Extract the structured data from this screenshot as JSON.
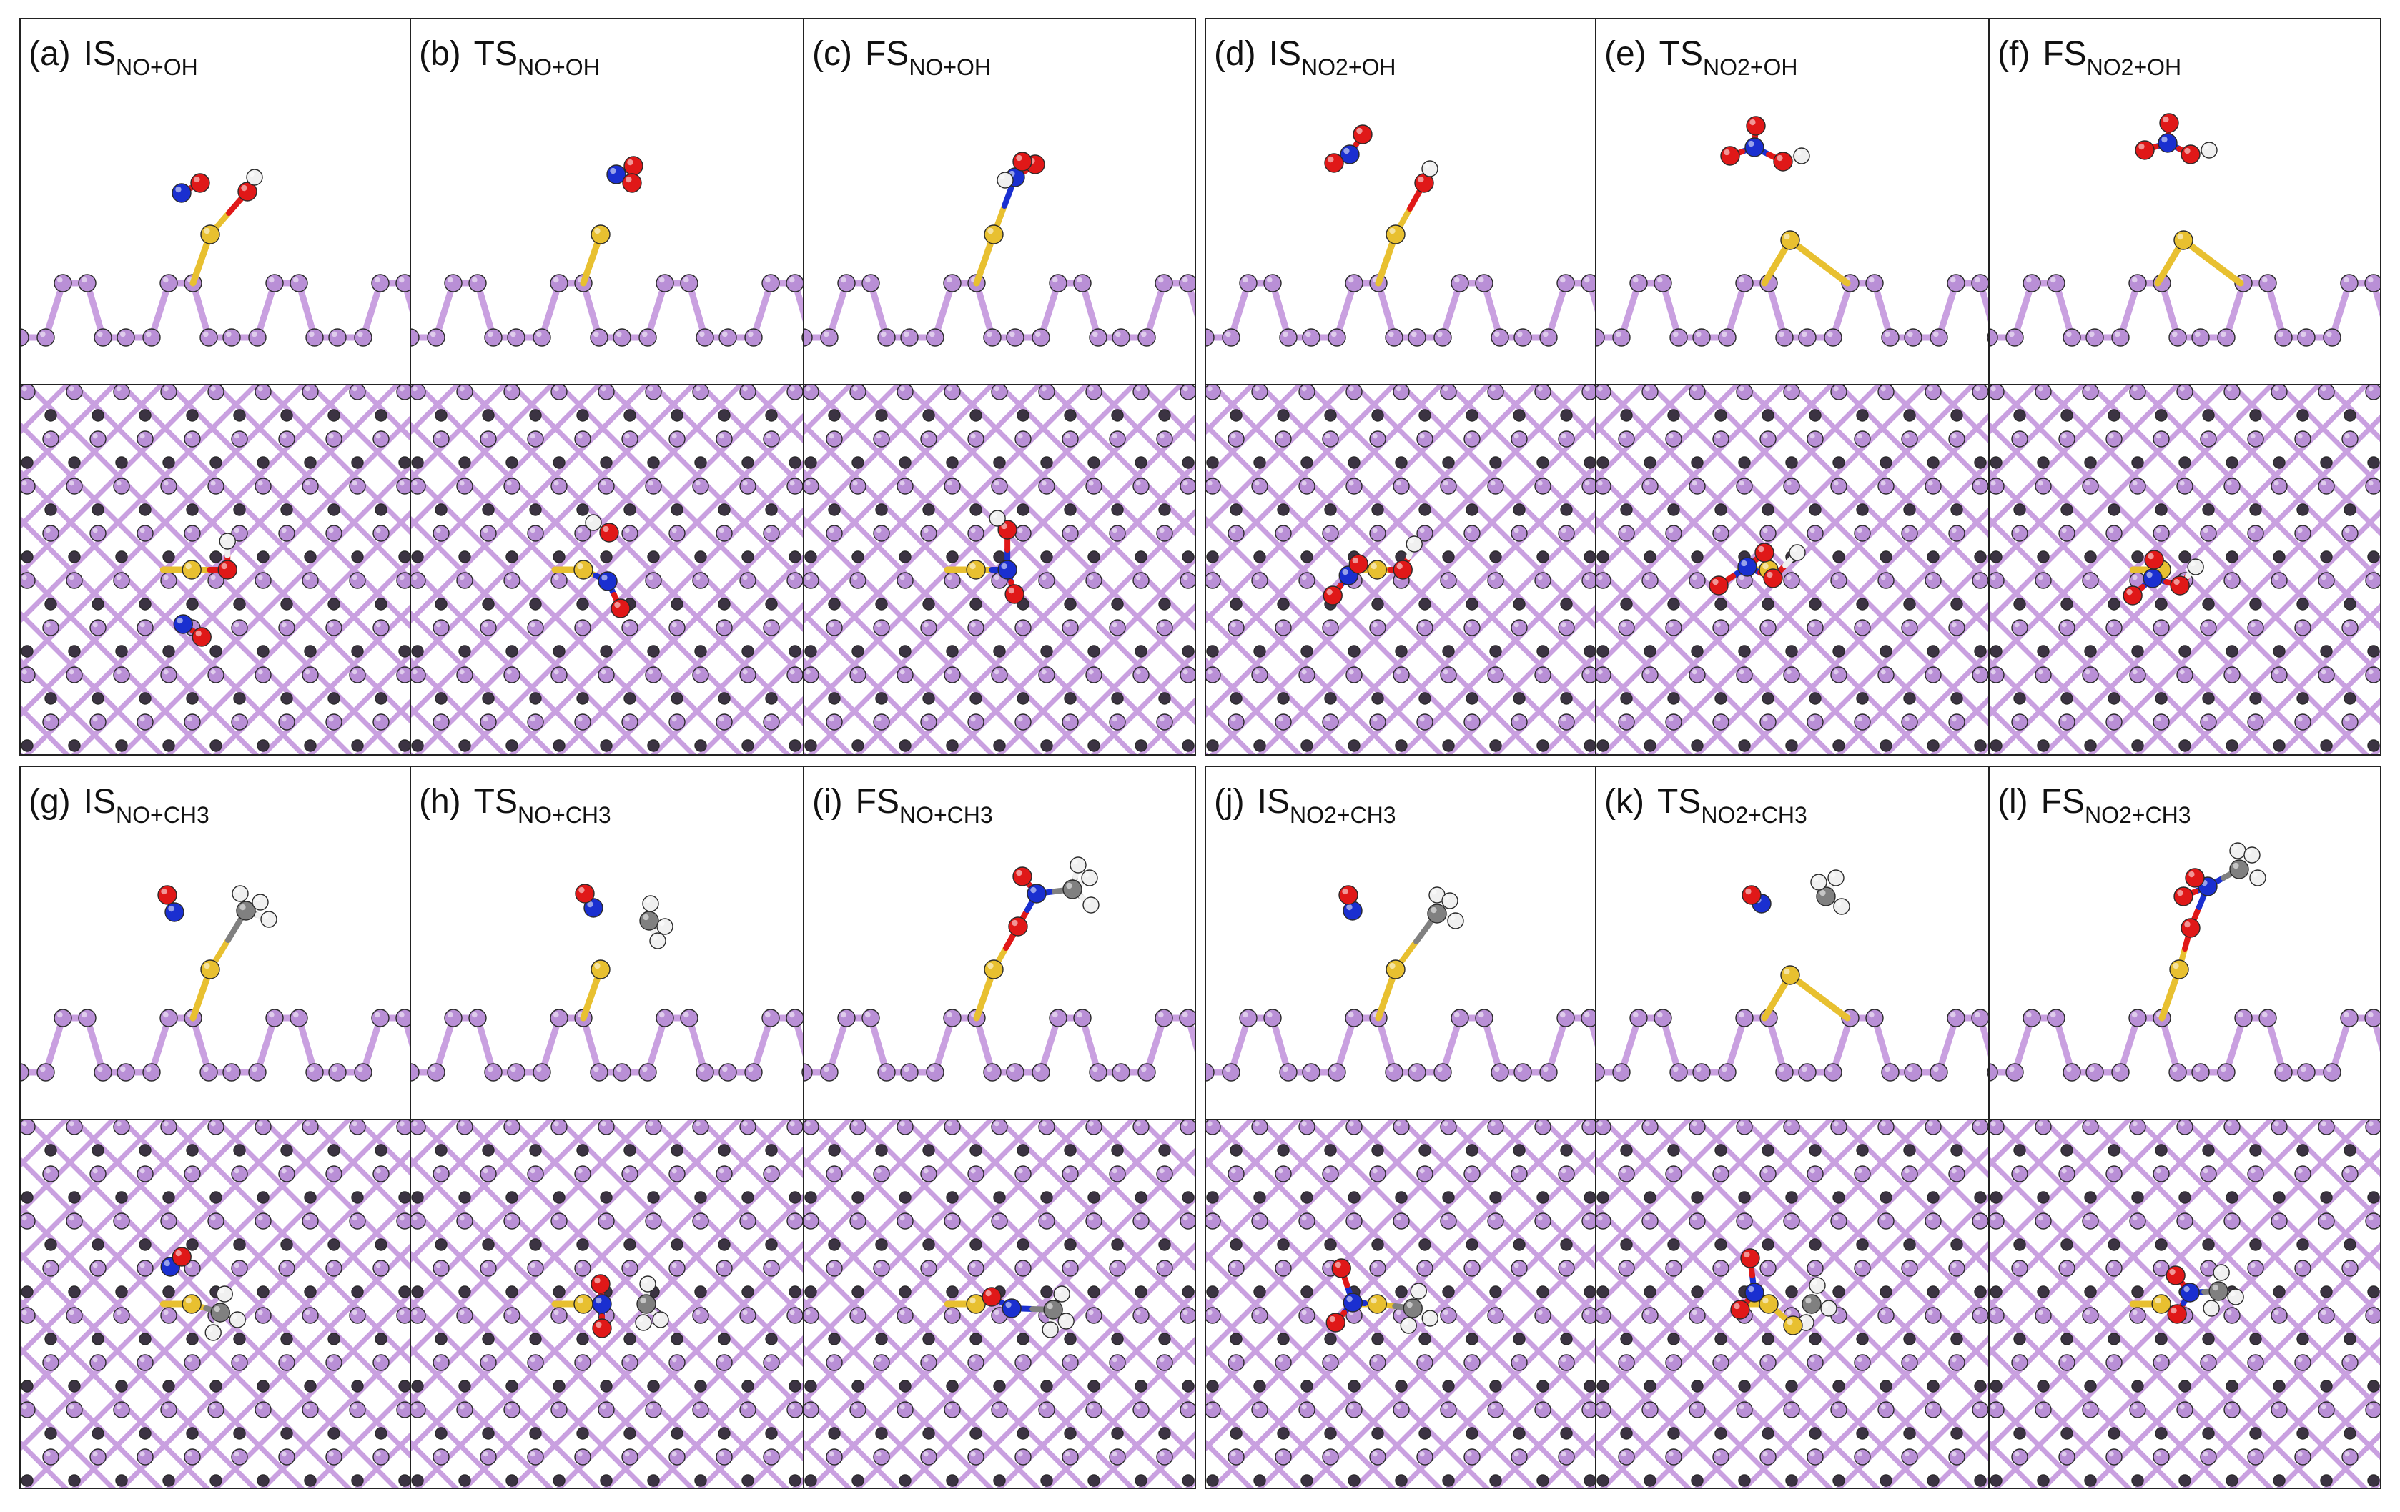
{
  "palette": {
    "substrate_bond": "#c9a0e0",
    "substrate_atom": "#b98fd6",
    "substrate_dark_atom": "#3b3342",
    "sulfur": "#e8c030",
    "oxygen": "#e01818",
    "nitrogen": "#1a2fd0",
    "hydrogen": "#f0f0f0",
    "carbon": "#808080",
    "frame": "#222222"
  },
  "panels": [
    {
      "letter": "(a)",
      "state": "IS",
      "sub": "NO+OH",
      "species": "no_oh",
      "stage": "is"
    },
    {
      "letter": "(b)",
      "state": "TS",
      "sub": "NO+OH",
      "species": "no_oh",
      "stage": "ts"
    },
    {
      "letter": "(c)",
      "state": "FS",
      "sub": "NO+OH",
      "species": "no_oh",
      "stage": "fs"
    },
    {
      "letter": "(d)",
      "state": "IS",
      "sub": "NO2+OH",
      "species": "no2_oh",
      "stage": "is"
    },
    {
      "letter": "(e)",
      "state": "TS",
      "sub": "NO2+OH",
      "species": "no2_oh",
      "stage": "ts"
    },
    {
      "letter": "(f)",
      "state": "FS",
      "sub": "NO2+OH",
      "species": "no2_oh",
      "stage": "fs"
    },
    {
      "letter": "(g)",
      "state": "IS",
      "sub": "NO+CH3",
      "species": "no_ch3",
      "stage": "is"
    },
    {
      "letter": "(h)",
      "state": "TS",
      "sub": "NO+CH3",
      "species": "no_ch3",
      "stage": "ts"
    },
    {
      "letter": "(i)",
      "state": "FS",
      "sub": "NO+CH3",
      "species": "no_ch3",
      "stage": "fs"
    },
    {
      "letter": "(j)",
      "state": "IS",
      "sub": "NO2+CH3",
      "species": "no2_ch3",
      "stage": "is"
    },
    {
      "letter": "(k)",
      "state": "TS",
      "sub": "NO2+CH3",
      "species": "no2_ch3",
      "stage": "ts"
    },
    {
      "letter": "(l)",
      "state": "FS",
      "sub": "NO2+CH3",
      "species": "no2_ch3",
      "stage": "fs"
    }
  ]
}
